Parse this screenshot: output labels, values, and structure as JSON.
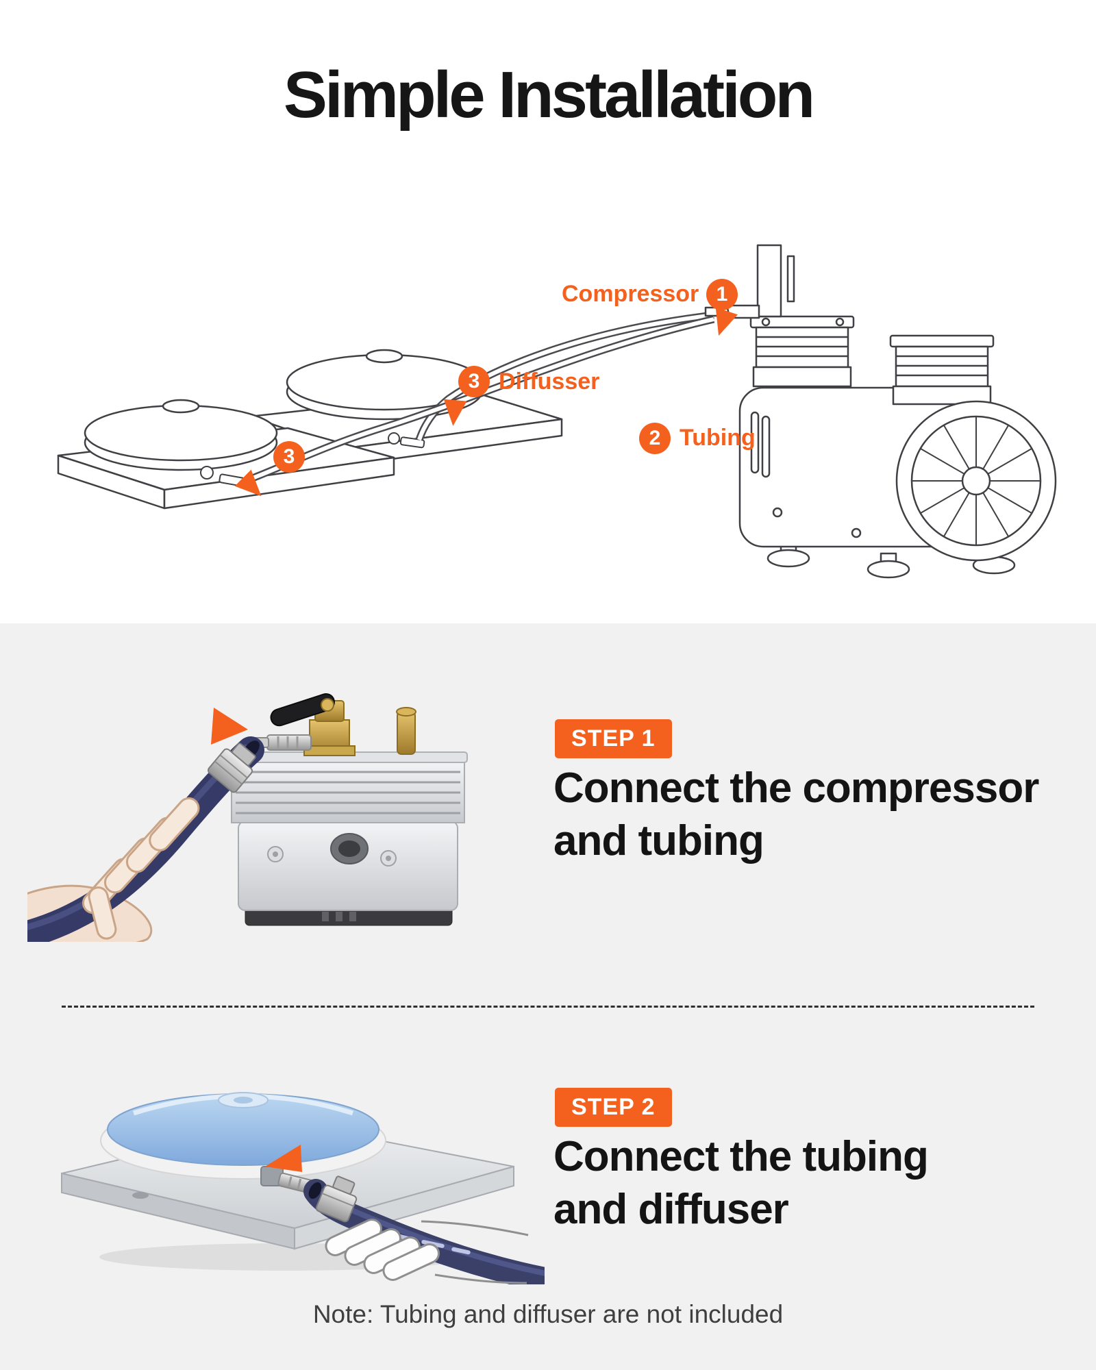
{
  "page": {
    "title": "Simple Installation",
    "note": "Note: Tubing and diffuser are not included"
  },
  "colors": {
    "accent": "#F4611E",
    "section_bg": "#F1F1F2",
    "note_color": "#3F3F3F"
  },
  "diagram": {
    "labels": {
      "compressor": "Compressor",
      "diffuser": "Diffusser",
      "tubing": "Tubing"
    },
    "callouts": {
      "compressor_num": "1",
      "tubing_num": "2",
      "diffuser_num": "3",
      "diffuser2_num": "3"
    }
  },
  "steps": [
    {
      "badge": "STEP 1",
      "line1": "Connect the compressor",
      "line2": "and tubing"
    },
    {
      "badge": "STEP 2",
      "line1": "Connect the tubing",
      "line2": "and diffuser"
    }
  ]
}
